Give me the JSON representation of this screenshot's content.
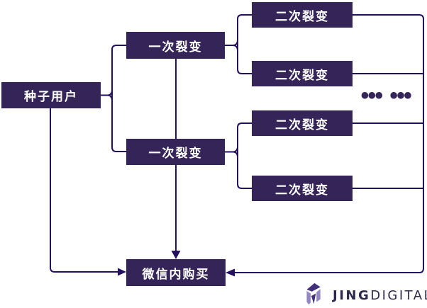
{
  "diagram": {
    "title_hint": "WeChat fission marketing flow",
    "nodes": {
      "seed": {
        "label": "种子用户"
      },
      "fission1a": {
        "label": "一次裂变"
      },
      "fission1b": {
        "label": "一次裂变"
      },
      "fission2a": {
        "label": "二次裂变"
      },
      "fission2b": {
        "label": "二次裂变"
      },
      "fission2c": {
        "label": "二次裂变"
      },
      "fission2d": {
        "label": "二次裂变"
      },
      "purchase": {
        "label": "微信内购买"
      }
    },
    "ellipsis": {
      "group1": "●●●",
      "group2": "●●●"
    },
    "colors": {
      "node_fill": "#352457",
      "node_text": "#ffffff",
      "connector_line": "#23105f",
      "ellipsis_dots": "#362558"
    }
  },
  "logo": {
    "brand_bold": "JING",
    "brand_light": "DIGITAL",
    "colors": {
      "mark_dark": "#42307c",
      "mark_light": "#9488c4",
      "text": "#2e2a4b"
    }
  }
}
